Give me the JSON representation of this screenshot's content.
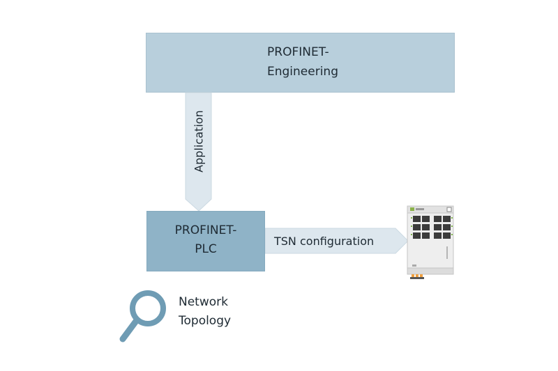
{
  "engineering": {
    "line1": "PROFINET-",
    "line2": "Engineering"
  },
  "plc": {
    "line1": "PROFINET-",
    "line2": "PLC"
  },
  "application_label": "Application",
  "tsn_label": "TSN configuration",
  "network_topology": {
    "line1": "Network",
    "line2": "Topology"
  },
  "colors": {
    "engineering_box": "#b8cfdc",
    "plc_box": "#8fb3c7",
    "arrow_fill": "#dde7ee",
    "magnifier": "#6f9cb4"
  },
  "icons": {
    "magnifier": "magnifier-icon",
    "device": "ethernet-switch-icon"
  }
}
